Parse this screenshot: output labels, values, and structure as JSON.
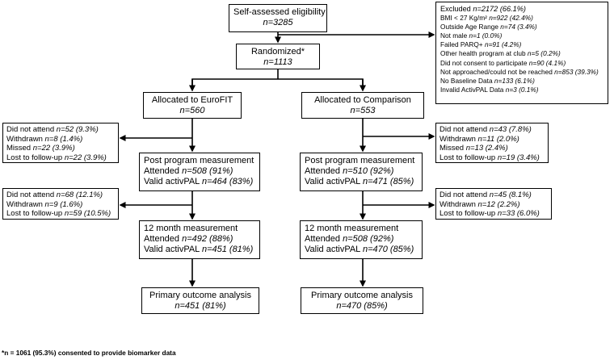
{
  "eligibility": {
    "label": "Self-assessed eligibility",
    "n": "n=3285"
  },
  "randomized": {
    "label": "Randomized*",
    "n": "n=1113"
  },
  "excluded": {
    "head_label": "Excluded ",
    "head_n": "n=2172 (66.1%)",
    "items": [
      {
        "label": "BMI < 27 Kg/m² ",
        "n": "n=922 (42.4%)"
      },
      {
        "label": "Outside Age Range ",
        "n": "n=74 (3.4%)"
      },
      {
        "label": "Not male ",
        "n": "n=1 (0.0%)"
      },
      {
        "label": "Failed PARQ+ ",
        "n": "n=91 (4.2%)"
      },
      {
        "label": "Other health program at club ",
        "n": "n=5 (0.2%)"
      },
      {
        "label": "Did not consent to participate ",
        "n": "n=90 (4.1%)"
      },
      {
        "label": "Not approached/could not be reached ",
        "n": "n=853 (39.3%)"
      },
      {
        "label": "No Baseline Data ",
        "n": "n=133 (6.1%)"
      },
      {
        "label": "Invalid ActivPAL Data ",
        "n": "n=3 (0.1%)"
      }
    ]
  },
  "eurofit": {
    "allocated": {
      "label": "Allocated to EuroFIT",
      "n": "n=560"
    },
    "dropout1": {
      "head_label": "Did not attend ",
      "head_n": "n=52 (9.3%)",
      "items": [
        {
          "label": "Withdrawn ",
          "n": "n=8 (1.4%)"
        },
        {
          "label": "Missed ",
          "n": "n=22 (3.9%)"
        },
        {
          "label": "Lost to follow-up ",
          "n": "n=22 (3.9%)"
        }
      ]
    },
    "post": {
      "title": "Post program measurement",
      "attended_label": "Attended ",
      "attended_n": "n=508 (91%)",
      "valid_label": "Valid activPAL ",
      "valid_n": "n=464 (83%)"
    },
    "dropout2": {
      "head_label": "Did not attend ",
      "head_n": "n=68 (12.1%)",
      "items": [
        {
          "label": "Withdrawn ",
          "n": "n=9 (1.6%)"
        },
        {
          "label": "Lost to follow-up ",
          "n": "n=59 (10.5%)"
        }
      ]
    },
    "month12": {
      "title": "12 month measurement",
      "attended_label": "Attended ",
      "attended_n": "n=492 (88%)",
      "valid_label": "Valid activPAL ",
      "valid_n": "n=451 (81%)"
    },
    "primary": {
      "label": "Primary outcome analysis",
      "n": "n=451 (81%)"
    }
  },
  "comparison": {
    "allocated": {
      "label": "Allocated to Comparison",
      "n": "n=553"
    },
    "dropout1": {
      "head_label": "Did not attend ",
      "head_n": "n=43 (7.8%)",
      "items": [
        {
          "label": "Withdrawn ",
          "n": "n=11 (2.0%)"
        },
        {
          "label": "Missed ",
          "n": "n=13 (2.4%)"
        },
        {
          "label": "Lost to follow-up ",
          "n": "n=19 (3.4%)"
        }
      ]
    },
    "post": {
      "title": "Post program measurement",
      "attended_label": "Attended ",
      "attended_n": "n=510 (92%)",
      "valid_label": "Valid activPAL ",
      "valid_n": "n=471 (85%)"
    },
    "dropout2": {
      "head_label": "Did not attend ",
      "head_n": "n=45 (8.1%)",
      "items": [
        {
          "label": "Withdrawn ",
          "n": "n=12 (2.2%)"
        },
        {
          "label": "Lost to follow-up ",
          "n": "n=33 (6.0%)"
        }
      ]
    },
    "month12": {
      "title": "12 month measurement",
      "attended_label": "Attended ",
      "attended_n": "n=508 (92%)",
      "valid_label": "Valid activPAL ",
      "valid_n": "n=470 (85%)"
    },
    "primary": {
      "label": "Primary outcome analysis",
      "n": "n=470 (85%)"
    }
  },
  "footnote": "*n = 1061 (95.3%) consented to provide biomarker data"
}
